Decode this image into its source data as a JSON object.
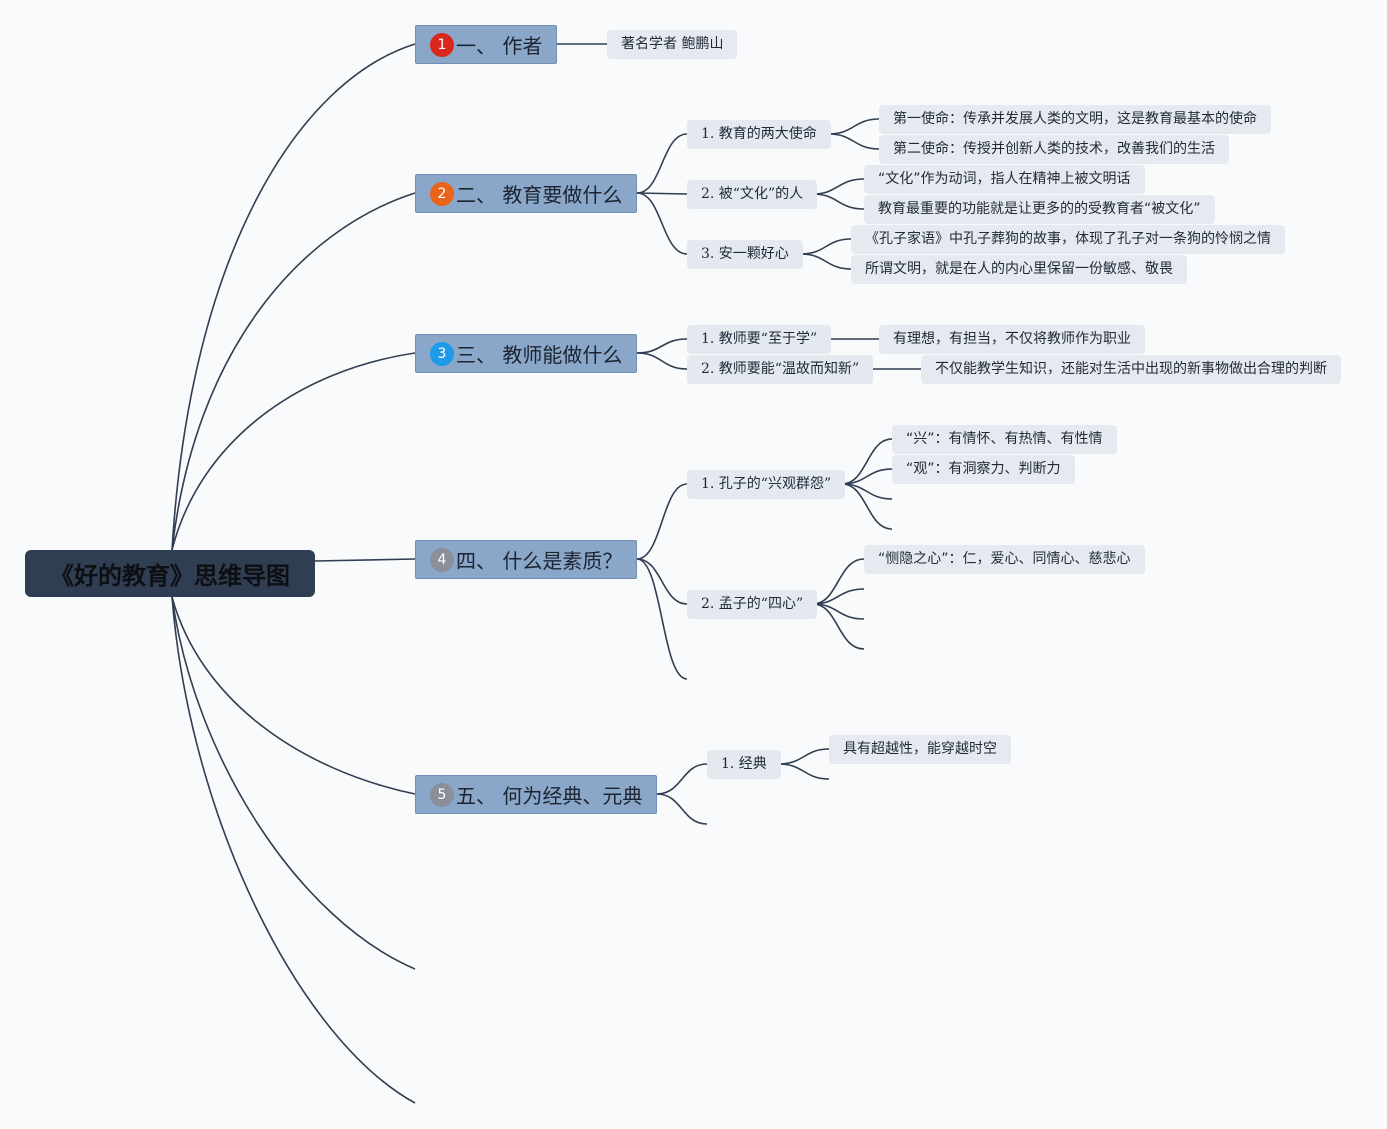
{
  "root": {
    "label": "《好的教育》思维导图"
  },
  "topics": [
    {
      "badge": "1",
      "badge_color": "#d9271b",
      "label": "一、 作者"
    },
    {
      "badge": "2",
      "badge_color": "#e8641b",
      "label": "二、 教育要做什么"
    },
    {
      "badge": "3",
      "badge_color": "#1e9be8",
      "label": "三、 教师能做什么"
    },
    {
      "badge": "4",
      "badge_color": "#8a8f99",
      "label": "四、 什么是素质？"
    },
    {
      "badge": "5",
      "badge_color": "#8a8f99",
      "label": "五、 何为经典、元典"
    }
  ],
  "t1": {
    "leaf": "著名学者 鲍鹏山"
  },
  "t2": {
    "s1": {
      "label": "1. 教育的两大使命",
      "l1": "第一使命：传承并发展人类的文明，这是教育最基本的使命",
      "l2": "第二使命：传授并创新人类的技术，改善我们的生活"
    },
    "s2": {
      "label": "2. 被“文化”的人",
      "l1": "“文化”作为动词，指人在精神上被文明话",
      "l2": "教育最重要的功能就是让更多的的受教育者“被文化”"
    },
    "s3": {
      "label": "3. 安一颗好心",
      "l1": "《孔子家语》中孔子葬狗的故事，体现了孔子对一条狗的怜悯之情",
      "l2": "所谓文明，就是在人的内心里保留一份敏感、敬畏"
    }
  },
  "t3": {
    "s1": {
      "label": "1. 教师要“至于学”",
      "l1": "有理想，有担当，不仅将教师作为职业"
    },
    "s2": {
      "label": "2. 教师要能“温故而知新”",
      "l1": "不仅能教学生知识，还能对生活中出现的新事物做出合理的判断"
    }
  },
  "t4": {
    "s1": {
      "label": "1. 孔子的“兴观群怨”",
      "l1": "“兴”：有情怀、有热情、有性情",
      "l2": "“观”：有洞察力、判断力"
    },
    "s2": {
      "label": "2. 孟子的“四心”",
      "l1": "“恻隐之心”：仁，爱心、同情心、慈悲心"
    }
  },
  "t5": {
    "s1": {
      "label": "1. 经典",
      "l1": "具有超越性，能穿越时空"
    }
  },
  "colors": {
    "line": "#2f3e52",
    "root_bg": "#2f3e52",
    "topic_bg": "#8aa6c9",
    "sub_bg": "#e4e9f0"
  }
}
